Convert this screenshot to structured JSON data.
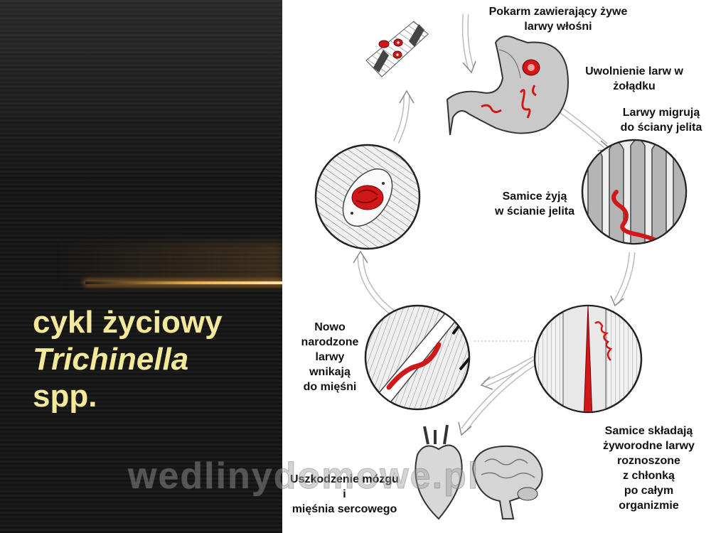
{
  "slide": {
    "title_line1": "cykl życiowy",
    "title_line2": "Trichinella",
    "title_line3": "spp."
  },
  "labels": {
    "food": "Pokarm zawierający żywe\nlarwy włośni",
    "release": "Uwolnienie larw w\nżołądku",
    "migrate": "Larwy migrują\ndo ściany jelita",
    "females_live": "Samice żyją\nw ścianie jelita",
    "females_lay": "Samice składają\nżyworodne larwy\nroznoszone\nz chłonką\npo całym\norganizmie",
    "damage": "Uszkodzenie mózgu\ni\nmięśnia sercowego",
    "newborn": "Nowo\nnarodzone\nlarwy\nwnikają\ndo mięśni"
  },
  "watermark": "wedlinydomowe.pl",
  "colors": {
    "title": "#f3e99a",
    "larva_red": "#d01818",
    "outline": "#333333"
  }
}
